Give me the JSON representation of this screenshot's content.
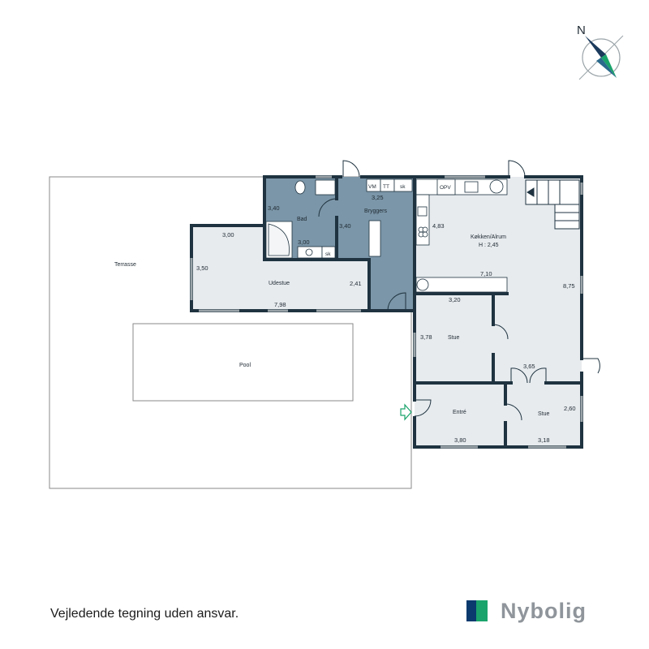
{
  "compass": {
    "north_label": "N"
  },
  "rooms": {
    "terrasse": "Terrasse",
    "pool": "Pool",
    "udestue": "Udestue",
    "bad": "Bad",
    "bryggers": "Bryggers",
    "kokken_line1": "Køkken/Alrum",
    "kokken_line2": "H : 2,45",
    "stue_center": "Stue",
    "entre": "Entré",
    "stue_right": "Stue"
  },
  "dimensions": {
    "udestue_top": "3,00",
    "udestue_left": "3,50",
    "udestue_right": "2,41",
    "udestue_bottom": "7,98",
    "bad_left": "3,40",
    "bad_bottom": "3,00",
    "bryggers_top": "3,25",
    "bryggers_left": "3,40",
    "kokken_left": "4,83",
    "kokken_bottom": "7,10",
    "kokken_right": "8,75",
    "stue_top": "3,20",
    "stue_left": "3,78",
    "stue_right_top": "3,65",
    "stue_right_side": "2,60",
    "entre_bottom": "3,80",
    "stue_right_bottom": "3,18"
  },
  "fixtures": {
    "vm": "VM",
    "tt": "TT",
    "sk_bryggers": "sk",
    "sk_bad": "sk",
    "opv": "OPV"
  },
  "footer": {
    "disclaimer": "Vejledende tegning uden ansvar.",
    "brand": "Nybolig"
  },
  "colors": {
    "wall": "#1f3340",
    "floor_light": "#e7ebee",
    "floor_wet": "#7b96a8",
    "outline": "#8a8a8a",
    "brand_blue": "#0a3a6e",
    "brand_green": "#1aa36b",
    "brand_text": "#8f959b"
  }
}
